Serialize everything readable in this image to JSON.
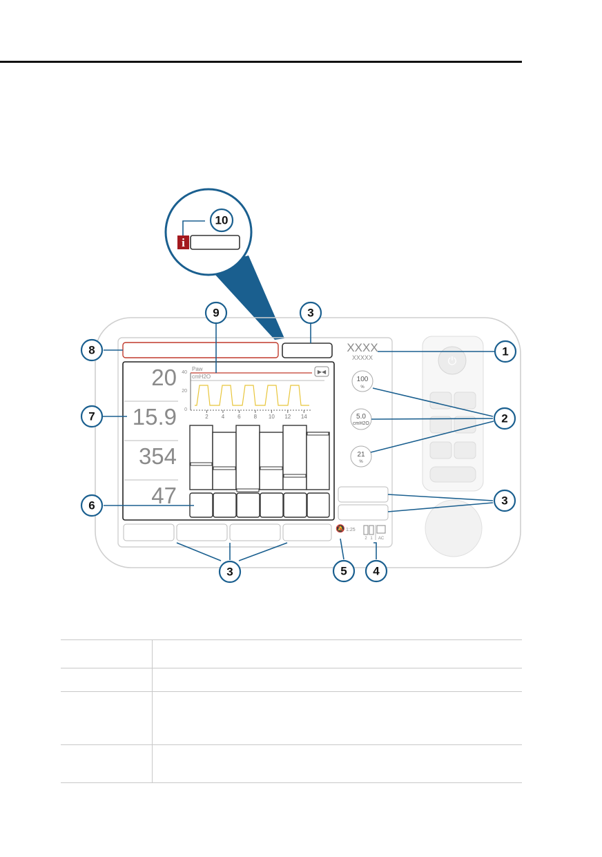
{
  "callouts": {
    "c1": "1",
    "c2": "2",
    "c3": "3",
    "c4": "4",
    "c5": "5",
    "c6": "6",
    "c7": "7",
    "c8": "8",
    "c9": "9",
    "c10": "10"
  },
  "device": {
    "mode_name": "XXXX",
    "mode_sub": "XXXXX",
    "param_oxygen_value": "100",
    "param_oxygen_unit": "%",
    "param_peep_value": "5.0",
    "param_peep_unit": "cmH2O",
    "param_third_value": "21",
    "param_third_unit": "%",
    "monitor_values": [
      "20",
      "15.9",
      "354",
      "47"
    ],
    "waveform_label": "Paw",
    "waveform_unit": "cmH2O",
    "y_ticks": [
      "40",
      "20",
      "0"
    ],
    "x_ticks": [
      "2",
      "4",
      "6",
      "8",
      "10",
      "12",
      "14"
    ],
    "alarm_silence_time": "1:25",
    "battery_labels": [
      "2",
      "1"
    ],
    "ac_label": "AC",
    "info_icon": "i"
  },
  "colors": {
    "callout_blue": "#1a5f8f",
    "alarm_red": "#c0392b",
    "waveform_yellow": "#e8c53a",
    "info_red": "#a3191f"
  },
  "legend_rows": 4
}
